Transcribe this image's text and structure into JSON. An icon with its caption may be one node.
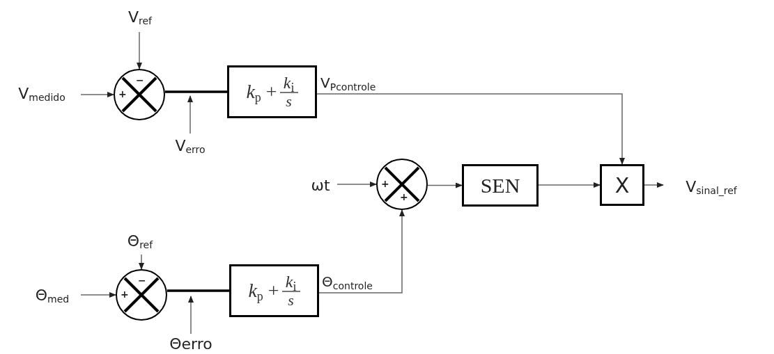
{
  "diagram": {
    "nodes": [
      {
        "text": [
          "V$_{medido}$"
        ]
      },
      {
        "text": [
          "V$_{ref}$"
        ]
      },
      {
        "text": [
          "−",
          "+"
        ]
      },
      {
        "text": [
          "*k*$_{p}$ +",
          "*k*$_{i}$",
          "*s*"
        ]
      },
      {
        "text": [
          "V$_{erro}$"
        ]
      },
      {
        "text": [
          "ωt"
        ]
      },
      {
        "text": [
          "+",
          "+"
        ]
      },
      {
        "text": [
          "SEN"
        ]
      },
      {
        "text": [
          "X"
        ]
      },
      {
        "text": [
          "V$_{sinal_ref}$"
        ]
      },
      {
        "text": [
          "Θ$_{ref}$"
        ]
      },
      {
        "text": [
          "Θ$_{med}$"
        ]
      },
      {
        "text": [
          "−",
          "+"
        ]
      },
      {
        "text": [
          "*k*$_{p}$ +",
          "*k*$_{i}$",
          "*s*"
        ]
      },
      {
        "text": [
          "Θerro"
        ]
      }
    ],
    "edges": [
      {
        "from": 0,
        "to": 2,
        "arrow": "to"
      },
      {
        "from": 1,
        "to": 2,
        "arrow": "to"
      },
      {
        "from": 2,
        "to": 3,
        "arrow": "none",
        "style": "thick",
        "color": "#000000"
      },
      {
        "from": 4,
        "to": null,
        "arrow": "to"
      },
      {
        "from": 3,
        "to": 8,
        "arrow": "to",
        "label": "V$_{Pcontrole}$"
      },
      {
        "from": 5,
        "to": 6,
        "arrow": "to"
      },
      {
        "from": 6,
        "to": 7,
        "arrow": "to"
      },
      {
        "from": 7,
        "to": 8,
        "arrow": "to"
      },
      {
        "from": 8,
        "to": 9,
        "arrow": "to"
      },
      {
        "from": 10,
        "to": 12,
        "arrow": "to"
      },
      {
        "from": 11,
        "to": 12,
        "arrow": "to"
      },
      {
        "from": 12,
        "to": 13,
        "arrow": "none",
        "style": "thick",
        "color": "#000000"
      },
      {
        "from": 14,
        "to": null,
        "arrow": "to"
      },
      {
        "from": 13,
        "to": 6,
        "arrow": "to",
        "label": "Θ$_{controle}$"
      }
    ]
  }
}
